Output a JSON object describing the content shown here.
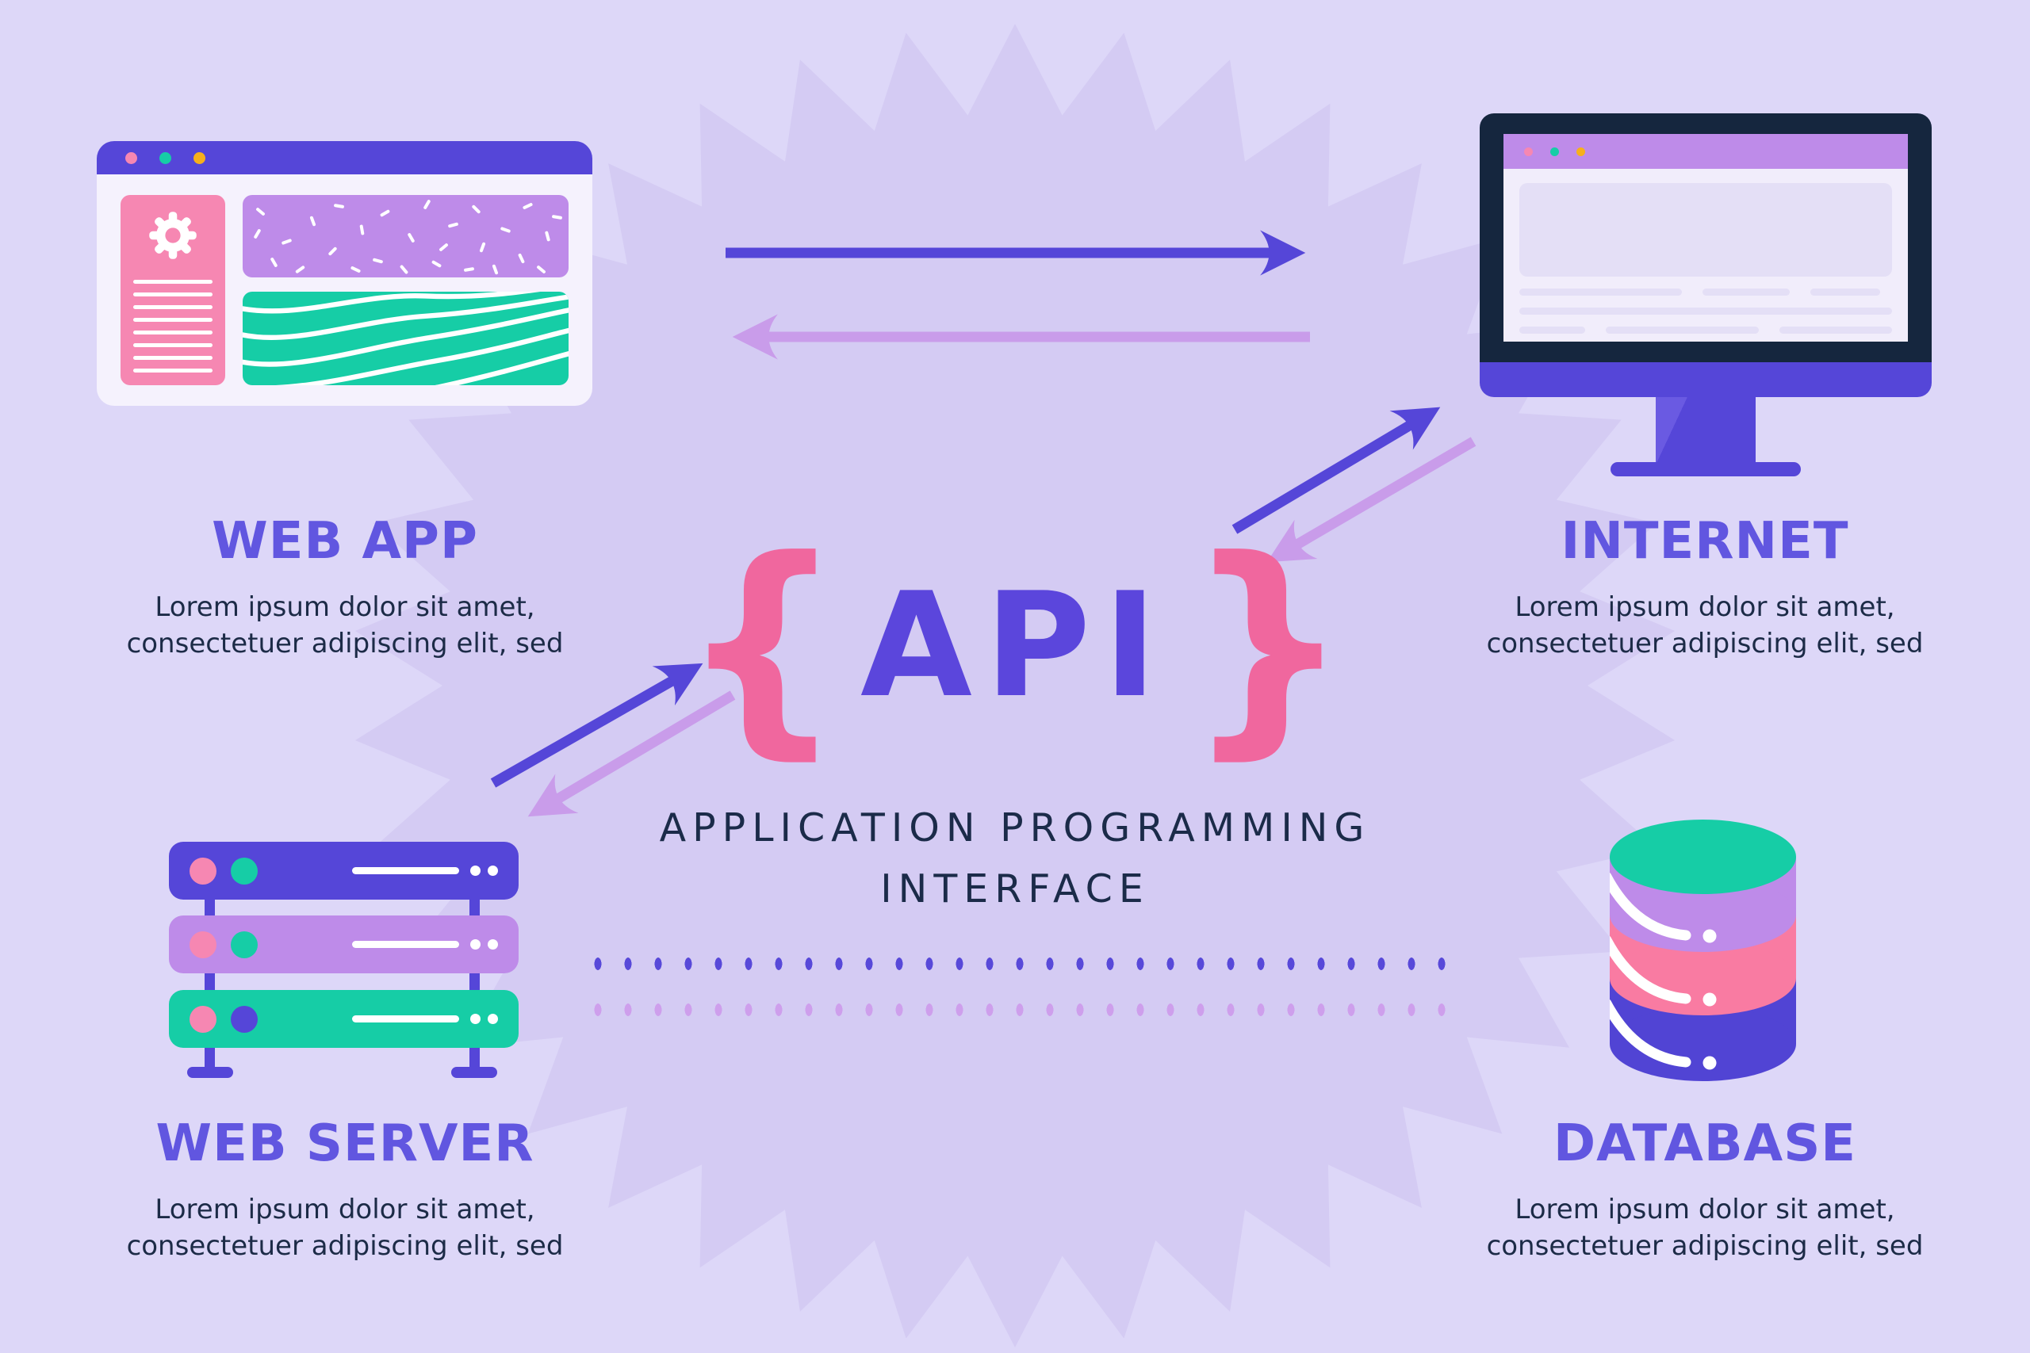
{
  "center": {
    "brace_open": "{",
    "acronym": "API",
    "brace_close": "}",
    "subtitle_line1": "APPLICATION PROGRAMMING",
    "subtitle_line2": "INTERFACE"
  },
  "nodes": {
    "web_app": {
      "label": "WEB APP",
      "desc_line1": "Lorem ipsum dolor sit amet,",
      "desc_line2": "consectetuer adipiscing elit, sed"
    },
    "internet": {
      "label": "INTERNET",
      "desc_line1": "Lorem ipsum dolor sit amet,",
      "desc_line2": "consectetuer adipiscing elit, sed"
    },
    "web_server": {
      "label": "WEB SERVER",
      "desc_line1": "Lorem ipsum dolor sit amet,",
      "desc_line2": "consectetuer adipiscing elit, sed"
    },
    "database": {
      "label": "DATABASE",
      "desc_line1": "Lorem ipsum dolor sit amet,",
      "desc_line2": "consectetuer adipiscing elit, sed"
    }
  },
  "icons": {
    "gear": "gear-icon"
  },
  "palette": {
    "background": "#DDD7F8",
    "starburst": "#D4CBF3",
    "primary_purple": "#5546D8",
    "heading_purple": "#6156E0",
    "light_purple": "#BE8BE9",
    "arrow_light_purple": "#C99CEA",
    "pink": "#F687B2",
    "brace_pink": "#F0679E",
    "database_pink": "#F97BA2",
    "teal": "#16CDA6",
    "yellow": "#F7B01B",
    "navy_frame": "#15263E",
    "text_navy": "#1C2B47"
  }
}
